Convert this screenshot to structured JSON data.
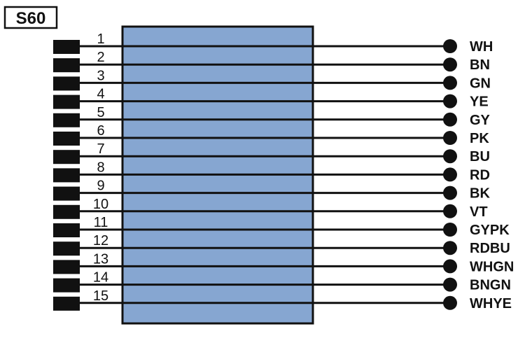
{
  "connector": {
    "label": "S60"
  },
  "colors": {
    "body_fill": "#86A6D1",
    "stroke": "#111111",
    "background": "#FFFFFF"
  },
  "pins": [
    {
      "number": "1",
      "wire": "WH"
    },
    {
      "number": "2",
      "wire": "BN"
    },
    {
      "number": "3",
      "wire": "GN"
    },
    {
      "number": "4",
      "wire": "YE"
    },
    {
      "number": "5",
      "wire": "GY"
    },
    {
      "number": "6",
      "wire": "PK"
    },
    {
      "number": "7",
      "wire": "BU"
    },
    {
      "number": "8",
      "wire": "RD"
    },
    {
      "number": "9",
      "wire": "BK"
    },
    {
      "number": "10",
      "wire": "VT"
    },
    {
      "number": "11",
      "wire": "GYPK"
    },
    {
      "number": "12",
      "wire": "RDBU"
    },
    {
      "number": "13",
      "wire": "WHGN"
    },
    {
      "number": "14",
      "wire": "BNGN"
    },
    {
      "number": "15",
      "wire": "WHYE"
    }
  ]
}
